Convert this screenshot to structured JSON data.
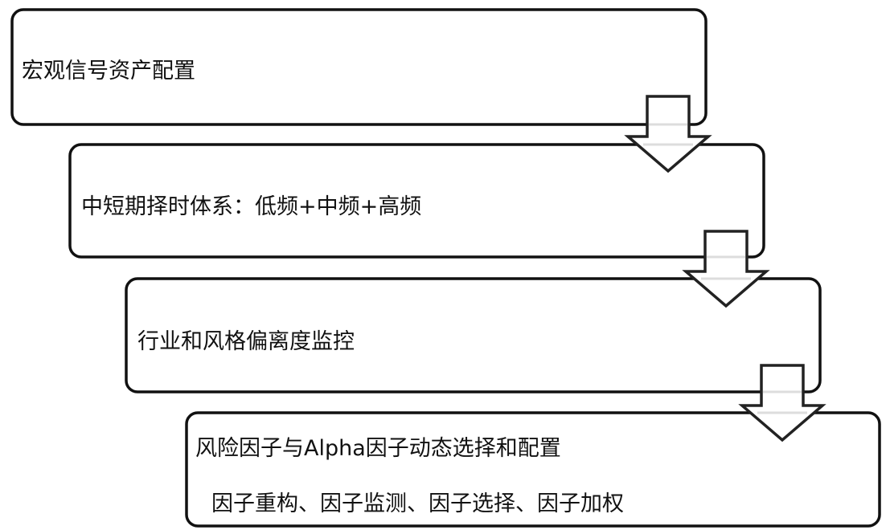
{
  "steps": [
    {
      "title": "宏观信号资产配置"
    },
    {
      "title": "中短期择时体系：低频+中频+高频"
    },
    {
      "title": "行业和风格偏离度监控"
    },
    {
      "title": "风险因子与Alpha因子动态选择和配置",
      "subtitle": "因子重构、因子监测、因子选择、因子加权"
    }
  ]
}
